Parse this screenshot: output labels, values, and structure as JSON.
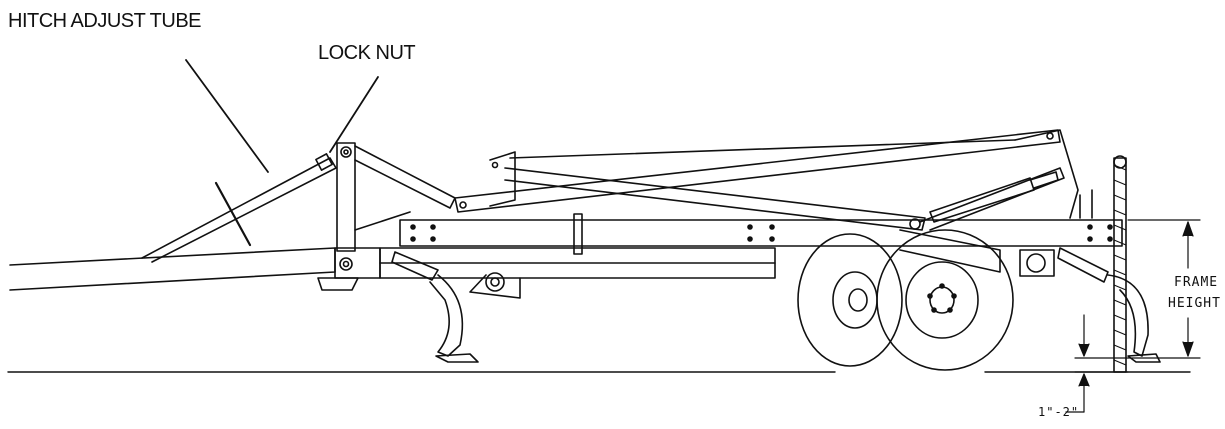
{
  "labels": {
    "hitch_adjust_tube": "HITCH ADJUST TUBE",
    "lock_nut": "LOCK NUT",
    "frame_height_line1": "FRAME",
    "frame_height_line2": "HEIGHT",
    "clearance": "1\"-2\""
  }
}
